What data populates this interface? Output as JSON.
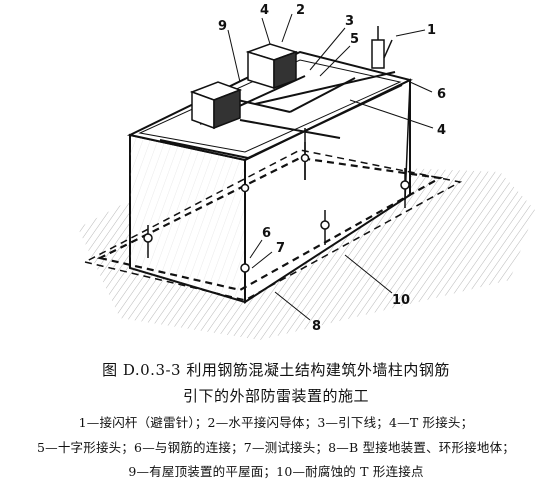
{
  "labels": {
    "l1": "1",
    "l2": "2",
    "l3": "3",
    "l4a": "4",
    "l4b": "4",
    "l5": "5",
    "l6a": "6",
    "l6b": "6",
    "l7": "7",
    "l8": "8",
    "l9": "9",
    "l10": "10"
  },
  "caption": {
    "line1": "图 D.0.3-3  利用钢筋混凝土结构建筑外墙柱内钢筋",
    "line2": "引下的外部防雷装置的施工"
  },
  "legend": {
    "line1": "1—接闪杆（避雷针）；2—水平接闪导体；3—引下线；4—T 形接头；",
    "line2": "5—十字形接头；6—与钢筋的连接；7—测试接头；8—B 型接地装置、环形接地体；",
    "line3": "9—有屋顶装置的平屋面；10—耐腐蚀的 T 形连接点"
  }
}
